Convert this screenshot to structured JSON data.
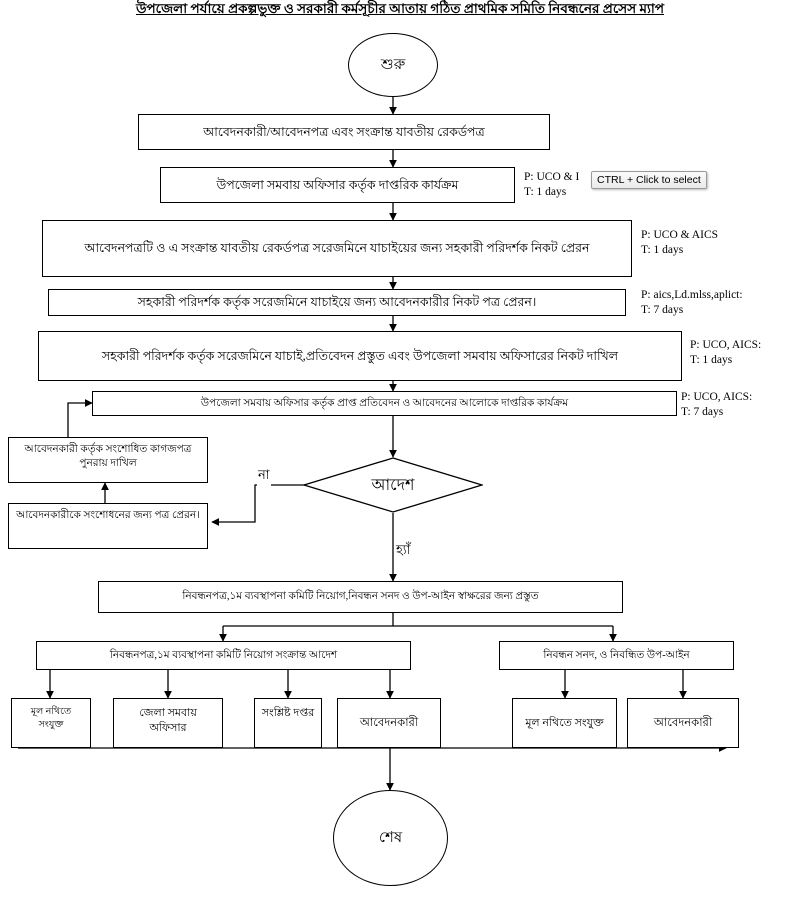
{
  "title": "উপজেলা পর্যায়ে প্রকল্পভুক্ত ও সরকারী কর্মসূচীর আতায় গঠিত প্রাথমিক সমিতি নিবন্ধনের প্রসেস ম্যাপ",
  "nodes": {
    "start": "শুরু",
    "end": "শেষ",
    "step1": "আবেদনকারী/আবেদনপত্র এবং সংক্রান্ত যাবতীয় রেকর্ডপত্র",
    "step2": "উপজেলা সমবায় অফিসার কর্তৃক দাপ্তরিক কার্যক্রম",
    "step3": "আবেদনপত্রটি ও এ সংক্রান্ত যাবতীয় রেকর্ডপত্র সরেজমিনে যাচাইয়ের জন্য সহকারী পরিদর্শক নিকট প্রেরন",
    "step4": "সহকারী পরিদর্শক কর্তৃক সরেজমিনে যাচাইয়ে জন্য আবেদনকারীর নিকট পত্র প্রেরন।",
    "step5": "সহকারী পরিদর্শক কর্তৃক সরেজমিনে যাচাই,প্রতিবেদন প্রস্তুত এবং উপজেলা সমবায় অফিসারের নিকট দাখিল",
    "step6": "উপজেলা সমবায় অফিসার কর্তৃক প্রাপ্ত প্রতিবেদন ও আবেদনের আলোকে দাপ্তরিক কার্যক্রম",
    "resubmit": "আবেদনকারী কর্তৃক সংশোধিত কাগজপত্র পুনরায় দাখিল",
    "sendback": "আবেদনকারীকে সংশোধনের জন্য পত্র প্রেরন।",
    "decision": "আদেশ",
    "prepare": "নিবন্ধনপত্র,১ম ব্যবস্থাপনা কমিটি নিয়োগ,নিবন্ধন সনদ ও উপ-আইন স্বাক্ষরের জন্য প্রস্তুত",
    "order": "নিবন্ধনপত্র,১ম ব্যবস্থাপনা কমিটি নিয়োগ সংক্রান্ত আদেশ",
    "certificate": "নিবন্ধন সনদ,  ও নিবন্ধিত উপ-আইন",
    "dist_a1": "মূল নথিতে সংযুক্ত",
    "dist_a2": "জেলা সমবায় অফিসার",
    "dist_a3": "সংশ্লিষ্ট দপ্তর",
    "dist_a4": "আবেদনকারী",
    "dist_b1": "মূল নথিতে সংযুক্ত",
    "dist_b2": "আবেদনকারী"
  },
  "edge_labels": {
    "no": "না",
    "yes": "হ্যাঁ"
  },
  "annotations": {
    "a2_p": "P: UCO & I",
    "a2_t": "T: 1 days",
    "a3_p": "P: UCO & AICS",
    "a3_t": "T: 1 days",
    "a4_p": "P: aics,Ld.mlss,aplict:",
    "a4_t": "T: 7 days",
    "a5_p": "P: UCO, AICS:",
    "a5_t": "T: 1 days",
    "a6_p": "P: UCO, AICS:",
    "a6_t": "T: 7 days"
  },
  "tooltip": {
    "text": "CTRL + Click to select"
  },
  "colors": {
    "stroke": "#000000",
    "background": "#ffffff"
  }
}
